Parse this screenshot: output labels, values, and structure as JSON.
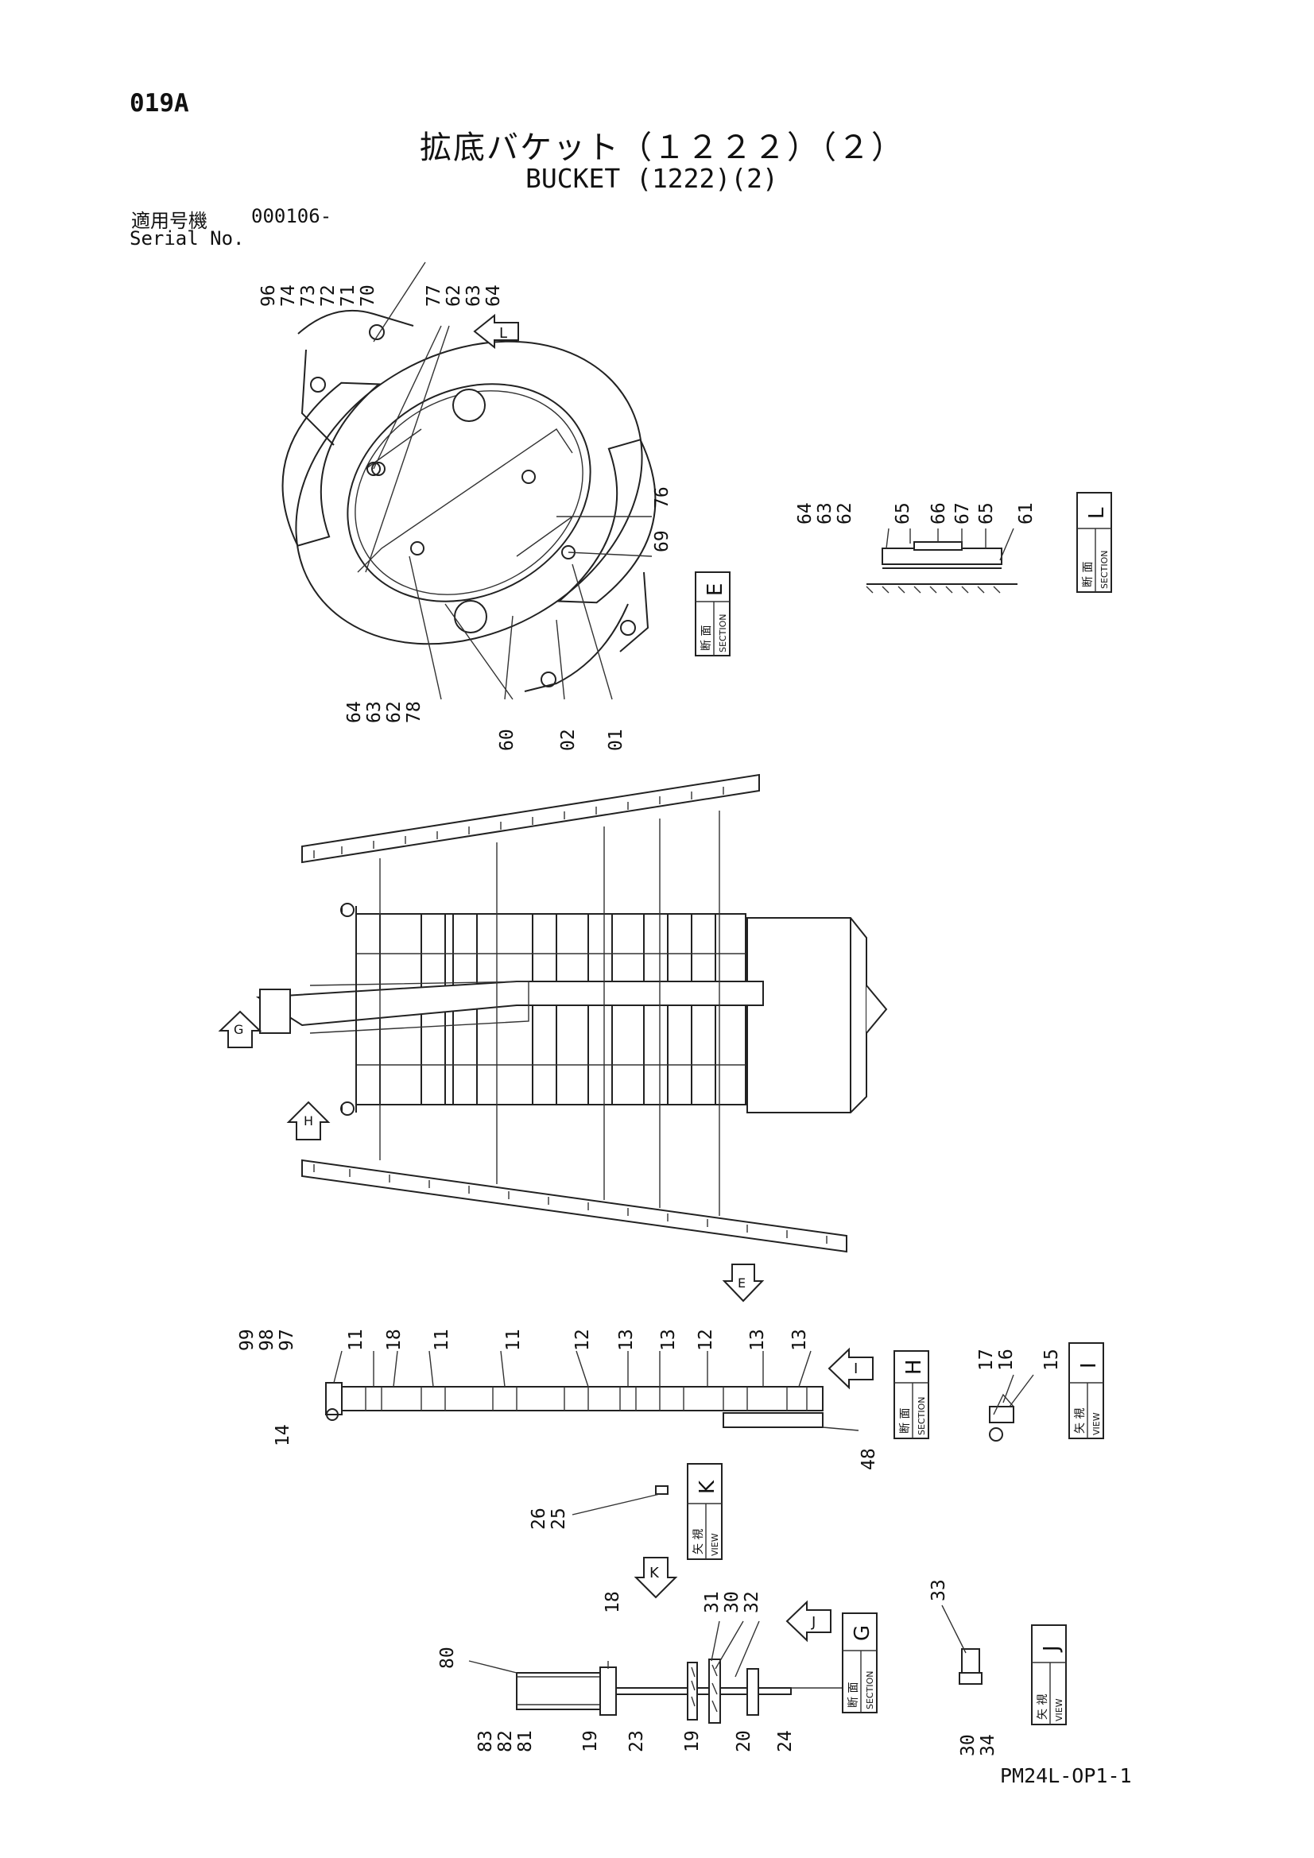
{
  "header": {
    "page_code": "019A",
    "title_jp": "拡底バケット（１２２２）（２）",
    "title_en": "BUCKET (1222)(2)",
    "serial_label_jp": "適用号機",
    "serial_label_en": "Serial No.",
    "serial_value": "000106-"
  },
  "footer": {
    "doc_code": "PM24L-OP1-1"
  },
  "views": {
    "section_kanji": "断 面",
    "view_kanji": "矢 視",
    "section_en": "SECTION",
    "view_en": "VIEW",
    "section_e": "E",
    "section_l": "L",
    "section_h": "H",
    "view_i": "I",
    "view_k": "K",
    "section_g": "G",
    "view_j": "J"
  },
  "arrows": {
    "l": "L",
    "g": "G",
    "h": "H",
    "e": "E",
    "i": "I",
    "k": "K",
    "j": "J"
  },
  "callouts": {
    "top": [
      "96",
      "74",
      "73",
      "72",
      "71",
      "70",
      "77",
      "62",
      "63",
      "64"
    ],
    "top_right": [
      "76",
      "69"
    ],
    "top_bottom": [
      "64",
      "63",
      "62",
      "78",
      "60",
      "02",
      "01"
    ],
    "section_l": [
      "64",
      "63",
      "62",
      "65",
      "66",
      "67",
      "65",
      "61"
    ],
    "section_h_top": [
      "99",
      "98",
      "97",
      "11",
      "18",
      "11",
      "11",
      "12",
      "13",
      "13",
      "12",
      "13",
      "13"
    ],
    "section_h_bottom": [
      "14",
      "48"
    ],
    "view_i": [
      "17",
      "16",
      "15"
    ],
    "view_k": [
      "26",
      "25"
    ],
    "section_g_top": [
      "18",
      "31",
      "30",
      "32"
    ],
    "section_g_left": [
      "80"
    ],
    "section_g_bottom": [
      "83",
      "82",
      "81",
      "19",
      "23",
      "19",
      "20",
      "24"
    ],
    "view_j": [
      "33",
      "30",
      "34"
    ]
  }
}
